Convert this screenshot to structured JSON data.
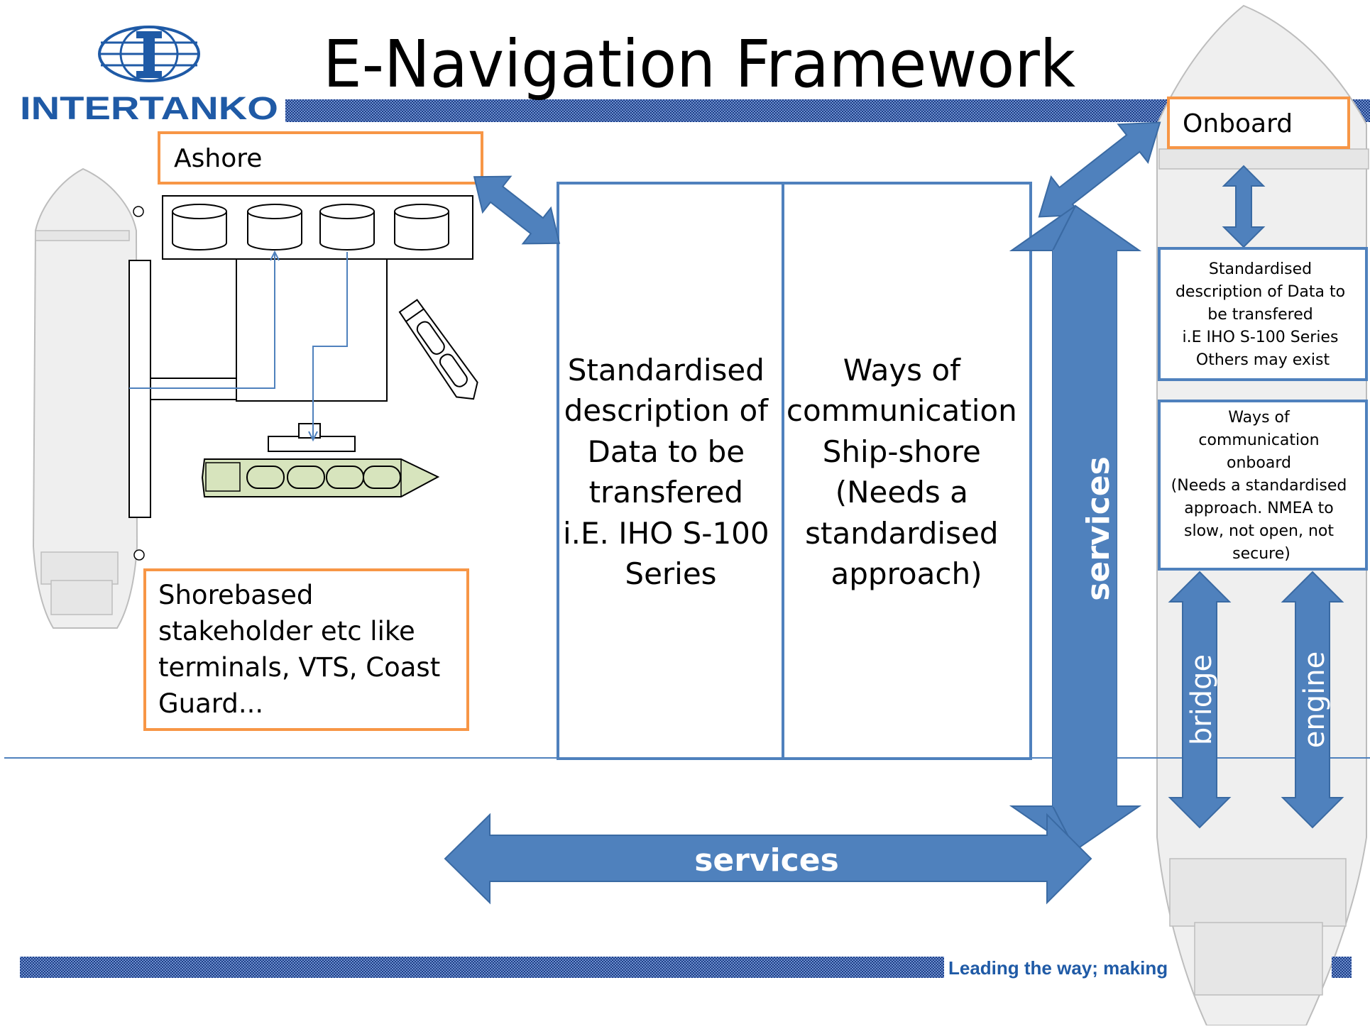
{
  "title": "E-Navigation Framework",
  "logo": {
    "text": "INTERTANKO",
    "icon": "globe-logo-icon"
  },
  "ashore": {
    "label": "Ashore",
    "stakeholders_lines": [
      "Shorebased",
      "stakeholder etc like",
      "terminals, VTS, Coast",
      "Guard..."
    ]
  },
  "onboard": {
    "label": "Onboard",
    "data_box_lines": [
      "Standardised",
      "description of Data to",
      "be transfered",
      "i.E IHO S-100 Series",
      "Others may exist"
    ],
    "comm_box_lines": [
      "Ways of",
      "communication",
      "onboard",
      "(Needs a standardised",
      "approach. NMEA to",
      "slow, not open, not",
      "secure)"
    ],
    "bridge_label": "bridge",
    "engine_label": "engine"
  },
  "center": {
    "data_column_lines": [
      "Standardised",
      "description of",
      "Data to be",
      "transfered",
      "i.E. IHO S-100",
      "Series"
    ],
    "comm_column_lines": [
      "Ways of",
      "communication",
      "Ship-shore",
      "(Needs a",
      "standardised",
      "approach)"
    ]
  },
  "services_vertical_label": "services",
  "services_horizontal_label": "services",
  "tagline": "Leading the way; making",
  "colors": {
    "arrow_fill": "#4f81bd",
    "arrow_stroke": "#3a6aa3",
    "box_border_blue": "#4f81bd",
    "box_border_orange": "#f79646",
    "logo_blue": "#1f5aa6",
    "ship_fill": "#efefef",
    "ship_stroke": "#bdbdbd",
    "barge_fill": "#d7e4bd"
  }
}
